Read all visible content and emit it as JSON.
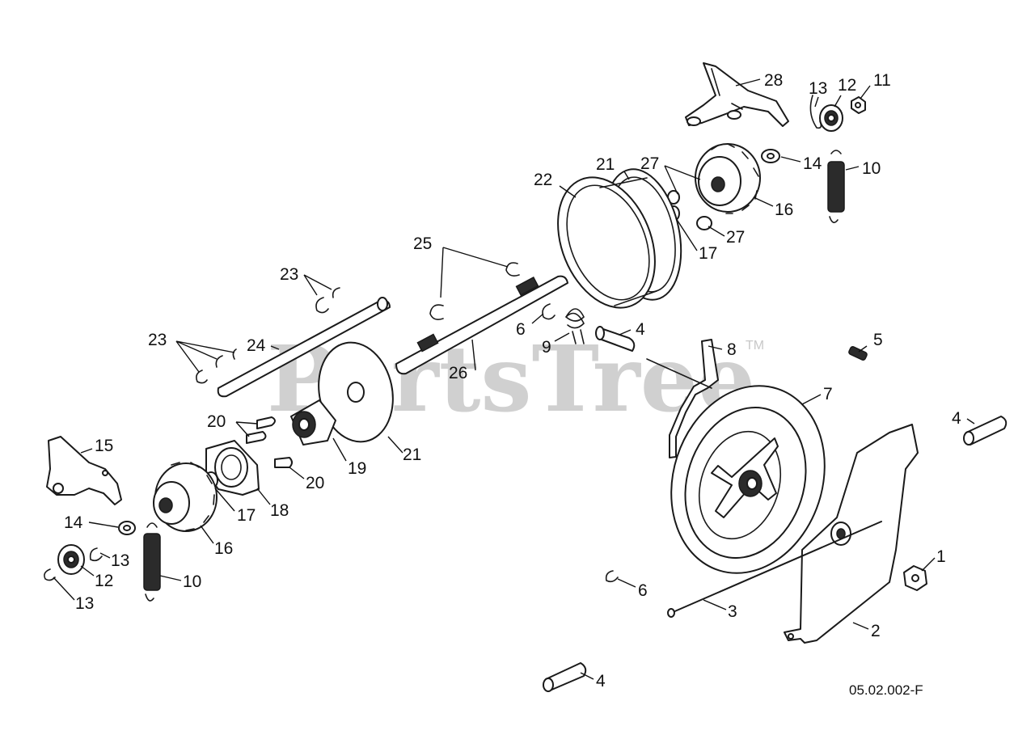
{
  "watermark": {
    "brand": "PartsTree",
    "trademark": "TM"
  },
  "drawing_code": "05.02.002-F",
  "callouts": [
    {
      "id": "c28",
      "label": "28"
    },
    {
      "id": "c13a",
      "label": "13"
    },
    {
      "id": "c12a",
      "label": "12"
    },
    {
      "id": "c11",
      "label": "11"
    },
    {
      "id": "c14a",
      "label": "14"
    },
    {
      "id": "c10a",
      "label": "10"
    },
    {
      "id": "c21a",
      "label": "21"
    },
    {
      "id": "c27a",
      "label": "27"
    },
    {
      "id": "c22",
      "label": "22"
    },
    {
      "id": "c16a",
      "label": "16"
    },
    {
      "id": "c27b",
      "label": "27"
    },
    {
      "id": "c17a",
      "label": "17"
    },
    {
      "id": "c25",
      "label": "25"
    },
    {
      "id": "c23a",
      "label": "23"
    },
    {
      "id": "c6a",
      "label": "6"
    },
    {
      "id": "c4a",
      "label": "4"
    },
    {
      "id": "c9",
      "label": "9"
    },
    {
      "id": "c5",
      "label": "5"
    },
    {
      "id": "c8",
      "label": "8"
    },
    {
      "id": "c23b",
      "label": "23"
    },
    {
      "id": "c24",
      "label": "24"
    },
    {
      "id": "c26",
      "label": "26"
    },
    {
      "id": "c7",
      "label": "7"
    },
    {
      "id": "c20a",
      "label": "20"
    },
    {
      "id": "c4b",
      "label": "4"
    },
    {
      "id": "c15",
      "label": "15"
    },
    {
      "id": "c19",
      "label": "19"
    },
    {
      "id": "c21b",
      "label": "21"
    },
    {
      "id": "c20b",
      "label": "20"
    },
    {
      "id": "c17b",
      "label": "17"
    },
    {
      "id": "c18",
      "label": "18"
    },
    {
      "id": "c14b",
      "label": "14"
    },
    {
      "id": "c16b",
      "label": "16"
    },
    {
      "id": "c13b",
      "label": "13"
    },
    {
      "id": "c12b",
      "label": "12"
    },
    {
      "id": "c10b",
      "label": "10"
    },
    {
      "id": "c13c",
      "label": "13"
    },
    {
      "id": "c1",
      "label": "1"
    },
    {
      "id": "c6b",
      "label": "6"
    },
    {
      "id": "c3",
      "label": "3"
    },
    {
      "id": "c2",
      "label": "2"
    },
    {
      "id": "c4c",
      "label": "4"
    }
  ]
}
